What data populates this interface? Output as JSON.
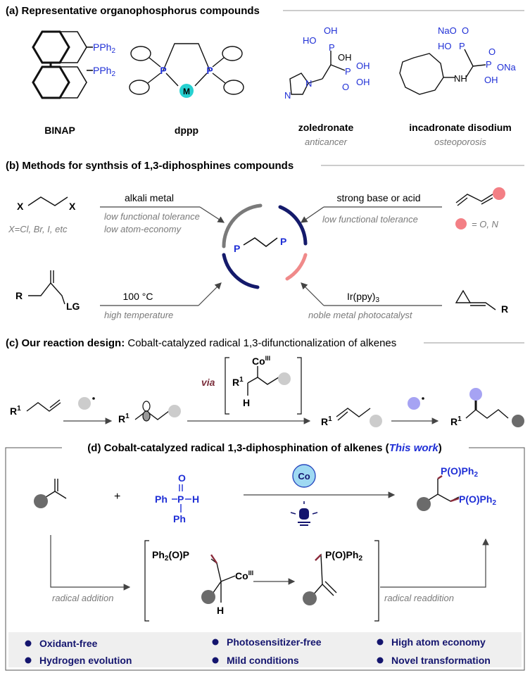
{
  "sections": {
    "a": {
      "heading": "(a) Representative organophosphorus compounds",
      "compounds": [
        {
          "name": "BINAP",
          "note": ""
        },
        {
          "name": "dppp",
          "note": ""
        },
        {
          "name": "zoledronate",
          "note": "anticancer"
        },
        {
          "name": "incadronate disodium",
          "note": "osteoporosis"
        }
      ],
      "labels": {
        "pph2": "PPh",
        "two": "2",
        "p": "P",
        "m": "M",
        "ho": "HO",
        "oh": "OH",
        "o": "O",
        "n": "N",
        "nh": "NH",
        "nao": "NaO",
        "ona": "ONa"
      }
    },
    "b": {
      "heading": "(b) Methods for synthsis of 1,3-diphosphines compounds",
      "x_label": "X",
      "x_note": "X=Cl, Br, I, etc",
      "r_label": "R",
      "lg_label": "LG",
      "p_label": "P",
      "dot_note": "= O, N",
      "routes": [
        {
          "reagent": "alkali metal",
          "notes": [
            "low functional tolerance",
            "low atom-economy"
          ]
        },
        {
          "reagent": "strong base or acid",
          "notes": [
            "low functional tolerance"
          ]
        },
        {
          "reagent": "100 °C",
          "notes": [
            "high temperature"
          ]
        },
        {
          "reagent": "Ir(ppy)",
          "sub": "3",
          "notes": [
            "noble metal photocatalyst"
          ]
        }
      ]
    },
    "c": {
      "heading_bold": "(c) Our reaction design:",
      "heading_rest": " Cobalt-catalyzed radical 1,3-difunctionalization of alkenes",
      "via": "via",
      "co": "Co",
      "co_sup": "III",
      "r": "R",
      "one": "1",
      "h": "H"
    },
    "d": {
      "heading_prefix": "(d) Cobalt-catalyzed radical 1,3-diphosphination of alkenes (",
      "heading_em": "This work",
      "heading_suffix": ")",
      "plus": "+",
      "ph": "Ph",
      "p": "P",
      "h": "H",
      "o": "O",
      "co_badge": "Co",
      "product_group": "P(O)Ph",
      "two": "2",
      "ph2op": "Ph",
      "ph2op_rest": "(O)P",
      "co": "Co",
      "co_sup": "III",
      "step1": "radical addition",
      "step2": "radical readdition",
      "features": [
        "Oxidant-free",
        "Photosensitizer-free",
        "High atom economy",
        "Hydrogen evolution",
        "Mild conditions",
        "Novel transformation"
      ]
    }
  },
  "colors": {
    "blue": "#1f2fd6",
    "navy": "#14156e",
    "grey_text": "#7a7a7a",
    "ring_grey": "#7a7a7a",
    "ring_navy": "#141a6b",
    "ring_pink": "#f08a8a",
    "dot_pink": "#f37f85",
    "dot_grey": "#6b6b6b",
    "dot_light": "#cccccc",
    "dot_purple": "#a6a3f3",
    "bond_red": "#8b2a3a",
    "cyan": "#27d1d1",
    "panel": "#efefef"
  }
}
